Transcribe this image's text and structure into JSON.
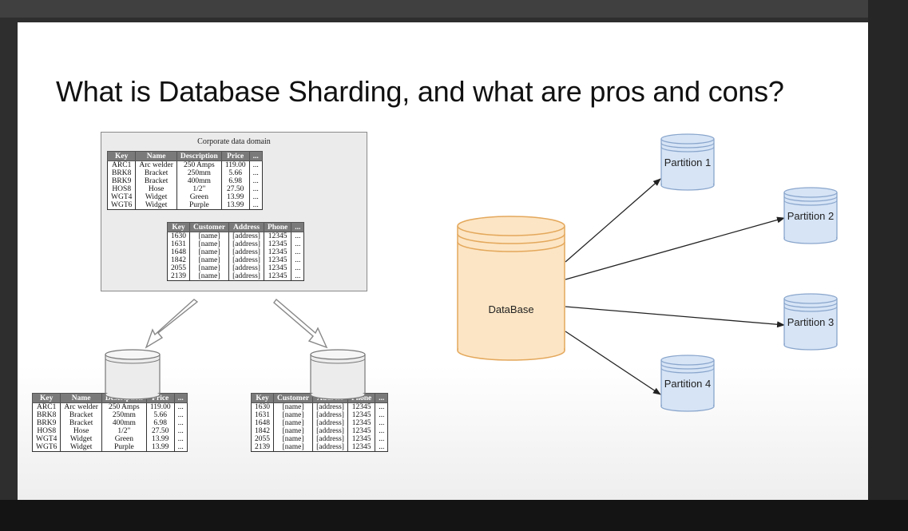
{
  "title": "What is Database Sharding, and what are pros and cons?",
  "corporate_box": {
    "caption": "Corporate data domain"
  },
  "products": {
    "headers": [
      "Key",
      "Name",
      "Description",
      "Price",
      "..."
    ],
    "rows": [
      [
        "ARC1",
        "Arc welder",
        "250 Amps",
        "119.00",
        "..."
      ],
      [
        "BRK8",
        "Bracket",
        "250mm",
        "5.66",
        "..."
      ],
      [
        "BRK9",
        "Bracket",
        "400mm",
        "6.98",
        "..."
      ],
      [
        "HOS8",
        "Hose",
        "1/2\"",
        "27.50",
        "..."
      ],
      [
        "WGT4",
        "Widget",
        "Green",
        "13.99",
        "..."
      ],
      [
        "WGT6",
        "Widget",
        "Purple",
        "13.99",
        "..."
      ]
    ]
  },
  "customers": {
    "headers": [
      "Key",
      "Customer",
      "Address",
      "Phone",
      "..."
    ],
    "rows": [
      [
        "1630",
        "[name]",
        "[address]",
        "12345",
        "..."
      ],
      [
        "1631",
        "[name]",
        "[address]",
        "12345",
        "..."
      ],
      [
        "1648",
        "[name]",
        "[address]",
        "12345",
        "..."
      ],
      [
        "1842",
        "[name]",
        "[address]",
        "12345",
        "..."
      ],
      [
        "2055",
        "[name]",
        "[address]",
        "12345",
        "..."
      ],
      [
        "2139",
        "[name]",
        "[address]",
        "12345",
        "..."
      ]
    ]
  },
  "database_label": "DataBase",
  "partitions": [
    "Partition 1",
    "Partition 2",
    "Partition 3",
    "Partition 4"
  ],
  "colors": {
    "database_fill": "#fce5c4",
    "database_stroke": "#e4a85c",
    "partition_fill": "#d6e4f6",
    "partition_stroke": "#8aa6cc",
    "table_header": "#7a7a7a"
  }
}
